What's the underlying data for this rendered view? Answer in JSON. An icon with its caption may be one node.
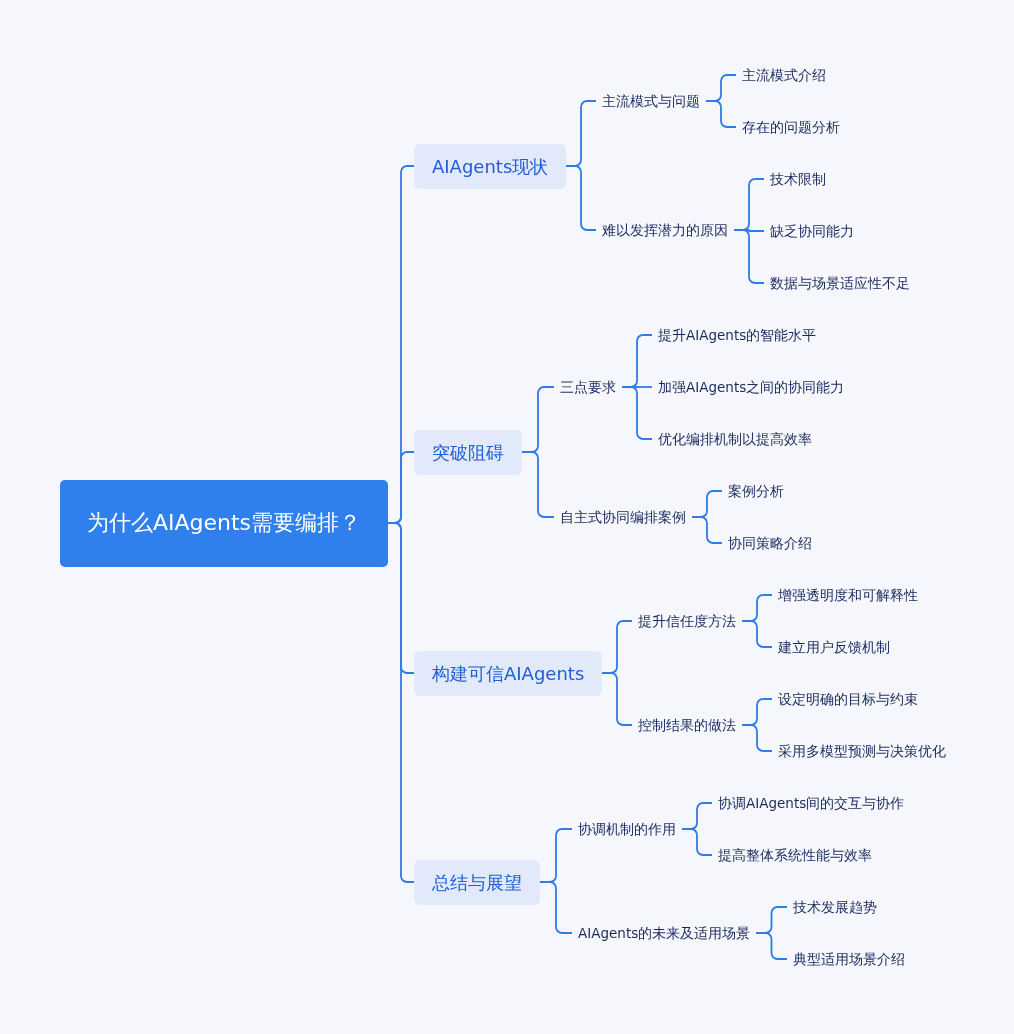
{
  "diagram": {
    "nodes": [
      {
        "text": [
          "为什么AIAgents需要编排？"
        ]
      },
      {
        "text": [
          "AIAgents现状"
        ]
      },
      {
        "text": [
          "主流模式与问题"
        ]
      },
      {
        "text": [
          "主流模式介绍"
        ]
      },
      {
        "text": [
          "存在的问题分析"
        ]
      },
      {
        "text": [
          "难以发挥潜力的原因"
        ]
      },
      {
        "text": [
          "技术限制"
        ]
      },
      {
        "text": [
          "缺乏协同能力"
        ]
      },
      {
        "text": [
          "数据与场景适应性不足"
        ]
      },
      {
        "text": [
          "突破阻碍"
        ]
      },
      {
        "text": [
          "三点要求"
        ]
      },
      {
        "text": [
          "提升AIAgents的智能水平"
        ]
      },
      {
        "text": [
          "加强AIAgents之间的协同能力"
        ]
      },
      {
        "text": [
          "优化编排机制以提高效率"
        ]
      },
      {
        "text": [
          "自主式协同编排案例"
        ]
      },
      {
        "text": [
          "案例分析"
        ]
      },
      {
        "text": [
          "协同策略介绍"
        ]
      },
      {
        "text": [
          "构建可信AIAgents"
        ]
      },
      {
        "text": [
          "提升信任度方法"
        ]
      },
      {
        "text": [
          "增强透明度和可解释性"
        ]
      },
      {
        "text": [
          "建立用户反馈机制"
        ]
      },
      {
        "text": [
          "控制结果的做法"
        ]
      },
      {
        "text": [
          "设定明确的目标与约束"
        ]
      },
      {
        "text": [
          "采用多模型预测与决策优化"
        ]
      },
      {
        "text": [
          "总结与展望"
        ]
      },
      {
        "text": [
          "协调机制的作用"
        ]
      },
      {
        "text": [
          "协调AIAgents间的交互与协作"
        ]
      },
      {
        "text": [
          "提高整体系统性能与效率"
        ]
      },
      {
        "text": [
          "AIAgents的未来及适用场景"
        ]
      },
      {
        "text": [
          "技术发展趋势"
        ]
      },
      {
        "text": [
          "典型适用场景介绍"
        ]
      }
    ],
    "edges": [
      {
        "from": 0,
        "to": 1,
        "arrow": "none"
      },
      {
        "from": 1,
        "to": 2,
        "arrow": "none"
      },
      {
        "from": 2,
        "to": 3,
        "arrow": "none"
      },
      {
        "from": 2,
        "to": 4,
        "arrow": "none"
      },
      {
        "from": 1,
        "to": 5,
        "arrow": "none"
      },
      {
        "from": 5,
        "to": 6,
        "arrow": "none"
      },
      {
        "from": 5,
        "to": 7,
        "arrow": "none"
      },
      {
        "from": 5,
        "to": 8,
        "arrow": "none"
      },
      {
        "from": 0,
        "to": 9,
        "arrow": "none"
      },
      {
        "from": 9,
        "to": 10,
        "arrow": "none"
      },
      {
        "from": 10,
        "to": 11,
        "arrow": "none"
      },
      {
        "from": 10,
        "to": 12,
        "arrow": "none"
      },
      {
        "from": 10,
        "to": 13,
        "arrow": "none"
      },
      {
        "from": 9,
        "to": 14,
        "arrow": "none"
      },
      {
        "from": 14,
        "to": 15,
        "arrow": "none"
      },
      {
        "from": 14,
        "to": 16,
        "arrow": "none"
      },
      {
        "from": 0,
        "to": 17,
        "arrow": "none"
      },
      {
        "from": 17,
        "to": 18,
        "arrow": "none"
      },
      {
        "from": 18,
        "to": 19,
        "arrow": "none"
      },
      {
        "from": 18,
        "to": 20,
        "arrow": "none"
      },
      {
        "from": 17,
        "to": 21,
        "arrow": "none"
      },
      {
        "from": 21,
        "to": 22,
        "arrow": "none"
      },
      {
        "from": 21,
        "to": 23,
        "arrow": "none"
      },
      {
        "from": 0,
        "to": 24,
        "arrow": "none"
      },
      {
        "from": 24,
        "to": 25,
        "arrow": "none"
      },
      {
        "from": 25,
        "to": 26,
        "arrow": "none"
      },
      {
        "from": 25,
        "to": 27,
        "arrow": "none"
      },
      {
        "from": 24,
        "to": 28,
        "arrow": "none"
      },
      {
        "from": 28,
        "to": 29,
        "arrow": "none"
      },
      {
        "from": 28,
        "to": 30,
        "arrow": "none"
      }
    ]
  }
}
